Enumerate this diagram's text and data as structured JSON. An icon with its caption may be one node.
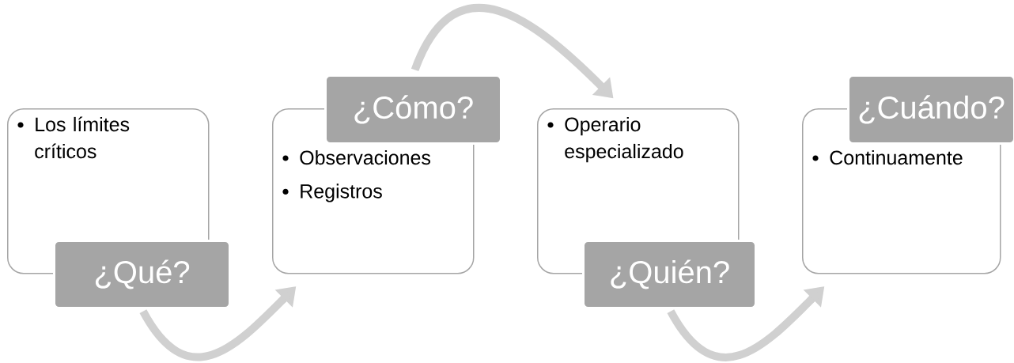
{
  "diagram": {
    "nodes": [
      {
        "text": [
          "Los límites críticos"
        ]
      },
      {
        "text": [
          "¿Qué?"
        ]
      },
      {
        "text": [
          "Observaciones",
          "Registros"
        ]
      },
      {
        "text": [
          "¿Cómo?"
        ]
      },
      {
        "text": [
          "Operario especializado"
        ]
      },
      {
        "text": [
          "¿Quién?"
        ]
      },
      {
        "text": [
          "Continuamente"
        ]
      },
      {
        "text": [
          "¿Cuándo?"
        ]
      }
    ],
    "edges": [
      {
        "from": 1,
        "to": 2,
        "arrow": "to"
      },
      {
        "from": 3,
        "to": 4,
        "arrow": "to"
      },
      {
        "from": 5,
        "to": 6,
        "arrow": "to"
      }
    ]
  }
}
